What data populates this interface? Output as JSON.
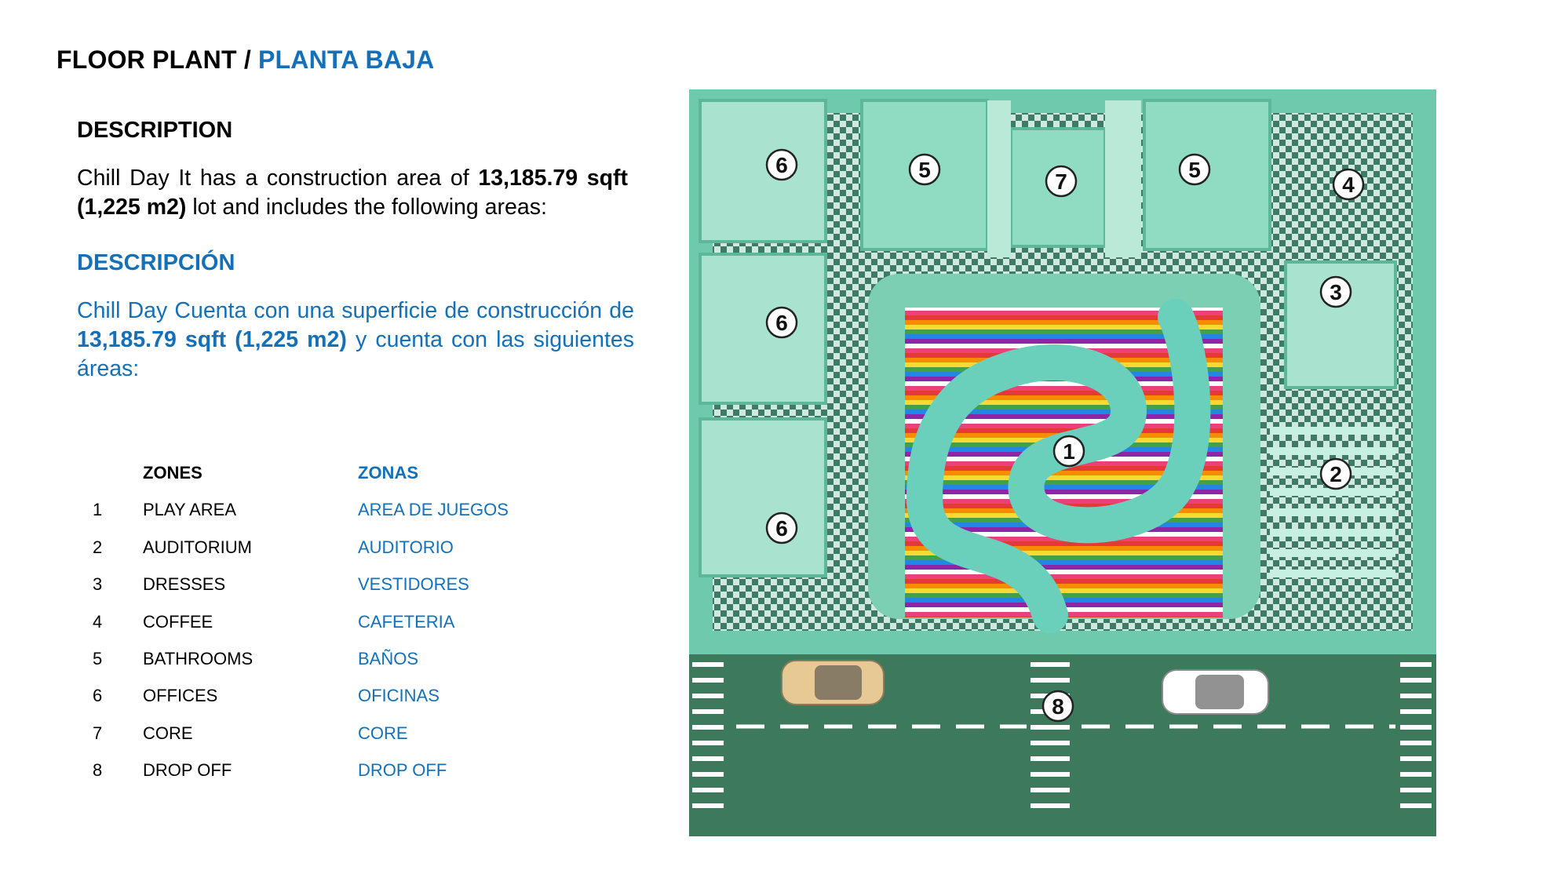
{
  "header": {
    "title_en": "FLOOR PLANT",
    "separator": " / ",
    "title_es": "PLANTA BAJA"
  },
  "description_en": {
    "heading": "DESCRIPTION",
    "text_1": "Chill Day It has a construction area of ",
    "bold": "13,185.79 sqft (1,225 m2)",
    "text_2": " lot and includes the following areas:"
  },
  "description_es": {
    "heading": "DESCRIPCIÓN",
    "text_1": "Chill Day Cuenta con una superficie de construcción de ",
    "bold": "13,185.79 sqft (1,225 m2)",
    "text_2": " y cuenta con las siguientes áreas:"
  },
  "zones": {
    "header_en": "ZONES",
    "header_es": "ZONAS",
    "items": [
      {
        "num": "1",
        "en": "PLAY AREA",
        "es": "AREA DE JUEGOS"
      },
      {
        "num": "2",
        "en": "AUDITORIUM",
        "es": "AUDITORIO"
      },
      {
        "num": "3",
        "en": "DRESSES",
        "es": "VESTIDORES"
      },
      {
        "num": "4",
        "en": "COFFEE",
        "es": "CAFETERIA"
      },
      {
        "num": "5",
        "en": "BATHROOMS",
        "es": "BAÑOS"
      },
      {
        "num": "6",
        "en": "OFFICES",
        "es": "OFICINAS"
      },
      {
        "num": "7",
        "en": "CORE",
        "es": "CORE"
      },
      {
        "num": "8",
        "en": "DROP OFF",
        "es": "DROP OFF"
      }
    ]
  },
  "plan": {
    "markers": [
      "6",
      "5",
      "7",
      "5",
      "4",
      "3",
      "6",
      "1",
      "2",
      "6",
      "8"
    ],
    "colors": {
      "wall": "#7fd6b8",
      "floor_check": "#3e7b66",
      "street": "#3d7a5c",
      "path": "#6ad0bb"
    }
  }
}
